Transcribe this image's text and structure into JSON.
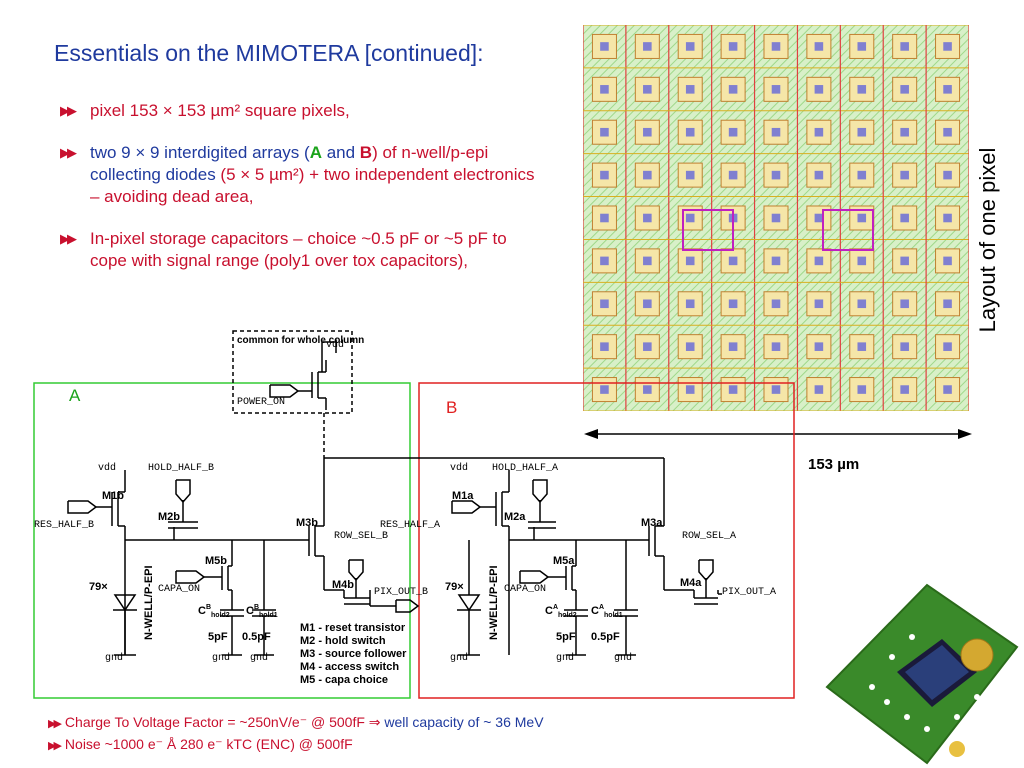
{
  "title": "Essentials on the MIMOTERA [continued]:",
  "bullets": [
    {
      "text": "pixel 153 × 153 µm² square pixels,"
    },
    {
      "p1": "two 9 × 9 interdigited arrays (",
      "a": "A",
      "mid": " and ",
      "b": "B",
      "p2": ") of n-well/p-epi ",
      "p3": "collecting diodes",
      "p4": " (5 × 5 µm²) + two independent electronics – avoiding dead area,"
    },
    {
      "text": "In-pixel storage capacitors – choice ~0.5 pF or ~5 pF to cope with signal range (poly1 over tox capacitors),"
    }
  ],
  "layout_label": "Layout of one pixel",
  "dimension_label": "153 µm",
  "schematic": {
    "label_a": "A",
    "label_b": "B",
    "common_box": "common for whole column",
    "power_on": "POWER_ON",
    "vdd": "vdd",
    "gnd": "gnd",
    "hold_half_b": "HOLD_HALF_B",
    "hold_half_a": "HOLD_HALF_A",
    "res_half_b": "RES_HALF_B",
    "res_half_a": "RES_HALF_A",
    "row_sel_b": "ROW_SEL_B",
    "row_sel_a": "ROW_SEL_A",
    "pix_out_b": "PIX_OUT_B",
    "pix_out_a": "PIX_OUT_A",
    "capa_on": "CAPA_ON",
    "diode_mult": "79×",
    "diode_label": "N-WELL/P-EPI",
    "m1b": "M1b",
    "m2b": "M2b",
    "m3b": "M3b",
    "m4b": "M4b",
    "m5b": "M5b",
    "m1a": "M1a",
    "m2a": "M2a",
    "m3a": "M3a",
    "m4a": "M4a",
    "m5a": "M5a",
    "cap_hold2_b": "C",
    "cap_5pf": "5pF",
    "cap_05pf": "0.5pF",
    "legend": [
      "M1 - reset transistor",
      "M2 - hold switch",
      "M3 - source follower",
      "M4 - access switch",
      "M5 - capa choice"
    ]
  },
  "notes": [
    {
      "red": "Charge To Voltage Factor = ~250nV/e⁻ @ 500fF ⇒ ",
      "blue": "well capacity of ~ 36 MeV"
    },
    {
      "red": "Noise ~1000 e⁻ Å 280 e⁻ kTC (ENC) @ 500fF"
    }
  ],
  "colors": {
    "title": "#1f3a9e",
    "red": "#c8102e",
    "green": "#1aa31a",
    "box_a": "#33cc33",
    "box_b": "#e02020"
  }
}
